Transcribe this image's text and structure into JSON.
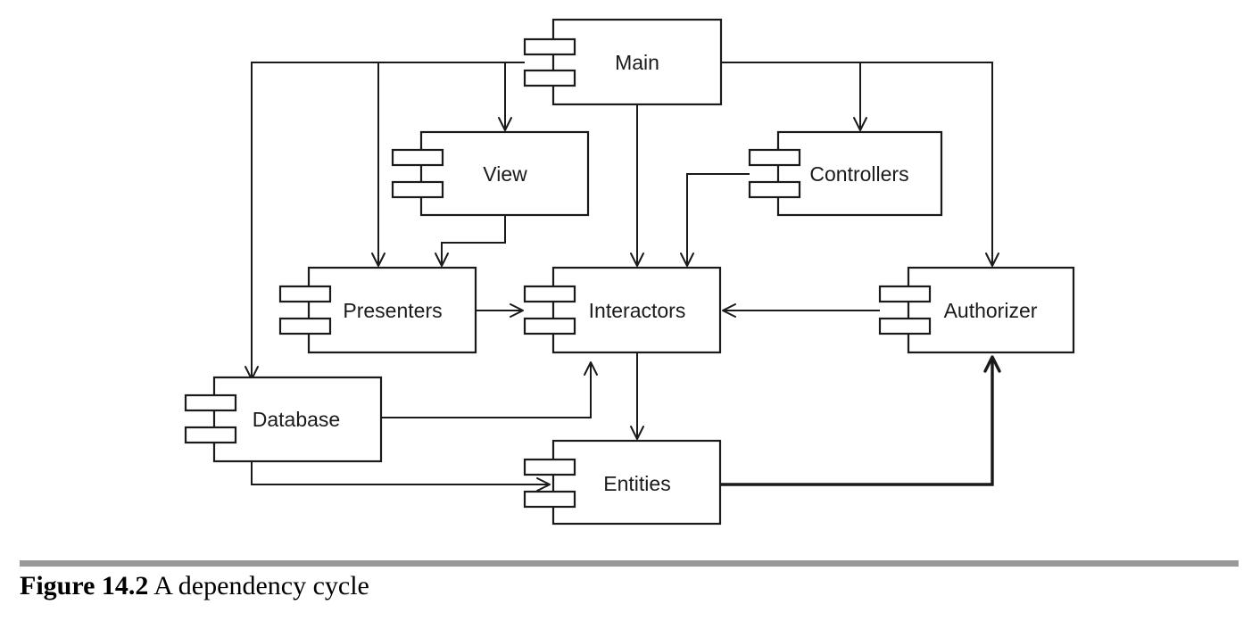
{
  "components": {
    "main": "Main",
    "view": "View",
    "controllers": "Controllers",
    "presenters": "Presenters",
    "interactors": "Interactors",
    "authorizer": "Authorizer",
    "database": "Database",
    "entities": "Entities"
  },
  "caption": {
    "label": "Figure 14.2",
    "text": "A dependency cycle"
  }
}
